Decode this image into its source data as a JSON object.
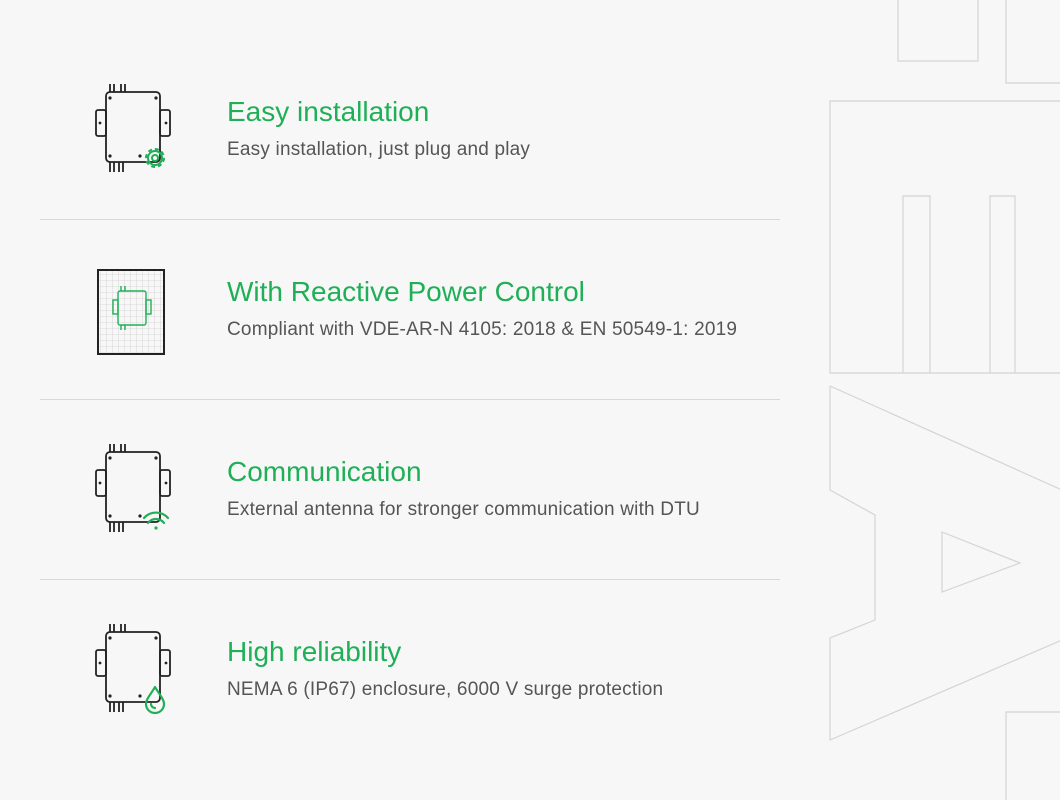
{
  "features": [
    {
      "icon": "inverter-gear-icon",
      "title": "Easy installation",
      "description": "Easy installation, just plug and play"
    },
    {
      "icon": "inverter-panel-icon",
      "title": "With Reactive Power Control",
      "description": "Compliant with VDE-AR-N 4105: 2018 & EN 50549-1: 2019"
    },
    {
      "icon": "inverter-wifi-icon",
      "title": "Communication",
      "description": "External antenna for stronger communication with DTU"
    },
    {
      "icon": "inverter-drop-icon",
      "title": "High reliability",
      "description": "NEMA 6 (IP67) enclosure, 6000 V surge protection"
    }
  ],
  "colors": {
    "accent": "#1fb057",
    "text_secondary": "#555555",
    "divider": "#d8d8d8",
    "background": "#f7f7f7",
    "decor_line": "#d4d4d4"
  }
}
